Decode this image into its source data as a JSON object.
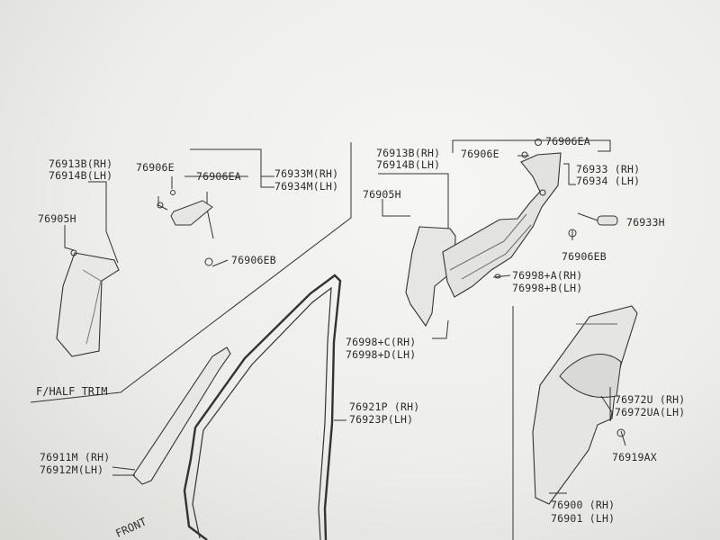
{
  "panels": {
    "front_trim": {
      "label": "F/HALF TRIM",
      "parts": [
        "76913B(RH)",
        "76914B(LH)",
        "76905H",
        "76906E",
        "76906EA",
        "76933M(RH)",
        "76934M(LH)",
        "76906EB"
      ]
    },
    "rear_trim": {
      "parts": [
        "76913B(RH)",
        "76914B(LH)",
        "76905H",
        "76906E",
        "76906EA",
        "76933 (RH)",
        "76934 (LH)",
        "76933H",
        "76906EB",
        "76998+A(RH)",
        "76998+B(LH)",
        "76998+C(RH)",
        "76998+D(LH)"
      ]
    },
    "welt_and_pillar": {
      "parts": [
        "76921P (RH)",
        "76923P(LH)",
        "76911M (RH)",
        "76912M(LH)"
      ],
      "front_label": "FRONT"
    },
    "rear_side_trim": {
      "parts": [
        "76972U (RH)",
        "76972UA(LH)",
        "76919AX"
      ],
      "highlighted_part": "76900",
      "highlighted_suffix": " (RH)",
      "companion_part": "76901 (LH)"
    }
  },
  "colors": {
    "background": "#ededea",
    "line": "#333333",
    "highlight": "#f5c21b"
  }
}
